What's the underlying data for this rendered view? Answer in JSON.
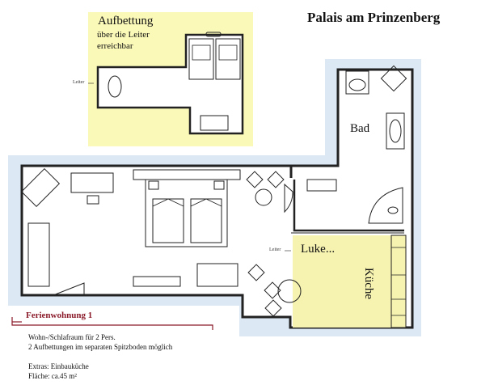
{
  "title": "Palais am Prinzenberg",
  "loft": {
    "heading": "Aufbettung",
    "subline_1": "über die Leiter",
    "subline_2": "erreichbar",
    "ladder_label": "Leiter"
  },
  "rooms": {
    "bath": "Bad",
    "hatch": "Luke...",
    "kitchen": "Küche",
    "ladder_label": "Leiter"
  },
  "info": {
    "heading": "Ferienwohnung 1",
    "line_1": "Wohn-/Schlafraum für 2 Pers.",
    "line_2": "2 Aufbettungen im separaten Spitzboden möglich",
    "line_3": "Extras: Einbauküche",
    "line_4": "Fläche: ca.45 m²"
  },
  "colors": {
    "loft_fill": "#fbf9b8",
    "outline_fill": "#dce9f4",
    "hatch_fill": "#f6f3b0",
    "wall": "#222222",
    "accent": "#8b1b2a"
  }
}
